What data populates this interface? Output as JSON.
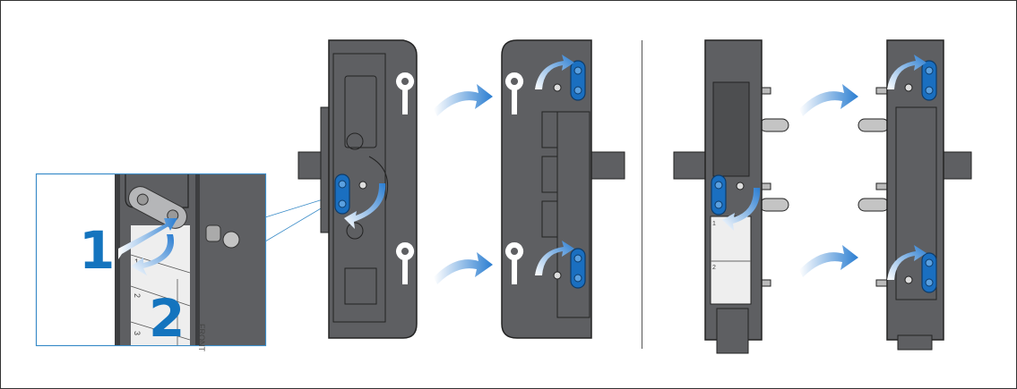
{
  "inset": {
    "step1": "1",
    "step2": "2",
    "label_rows": [
      "1",
      "2",
      "3"
    ],
    "front_text": "FRONT"
  },
  "panel_right": {
    "label_rows": [
      "1",
      "2"
    ]
  },
  "colors": {
    "device": "#5e5f62",
    "outline": "#232323",
    "accent": "#1a6fc0",
    "inset_border": "#3a8cc8"
  }
}
